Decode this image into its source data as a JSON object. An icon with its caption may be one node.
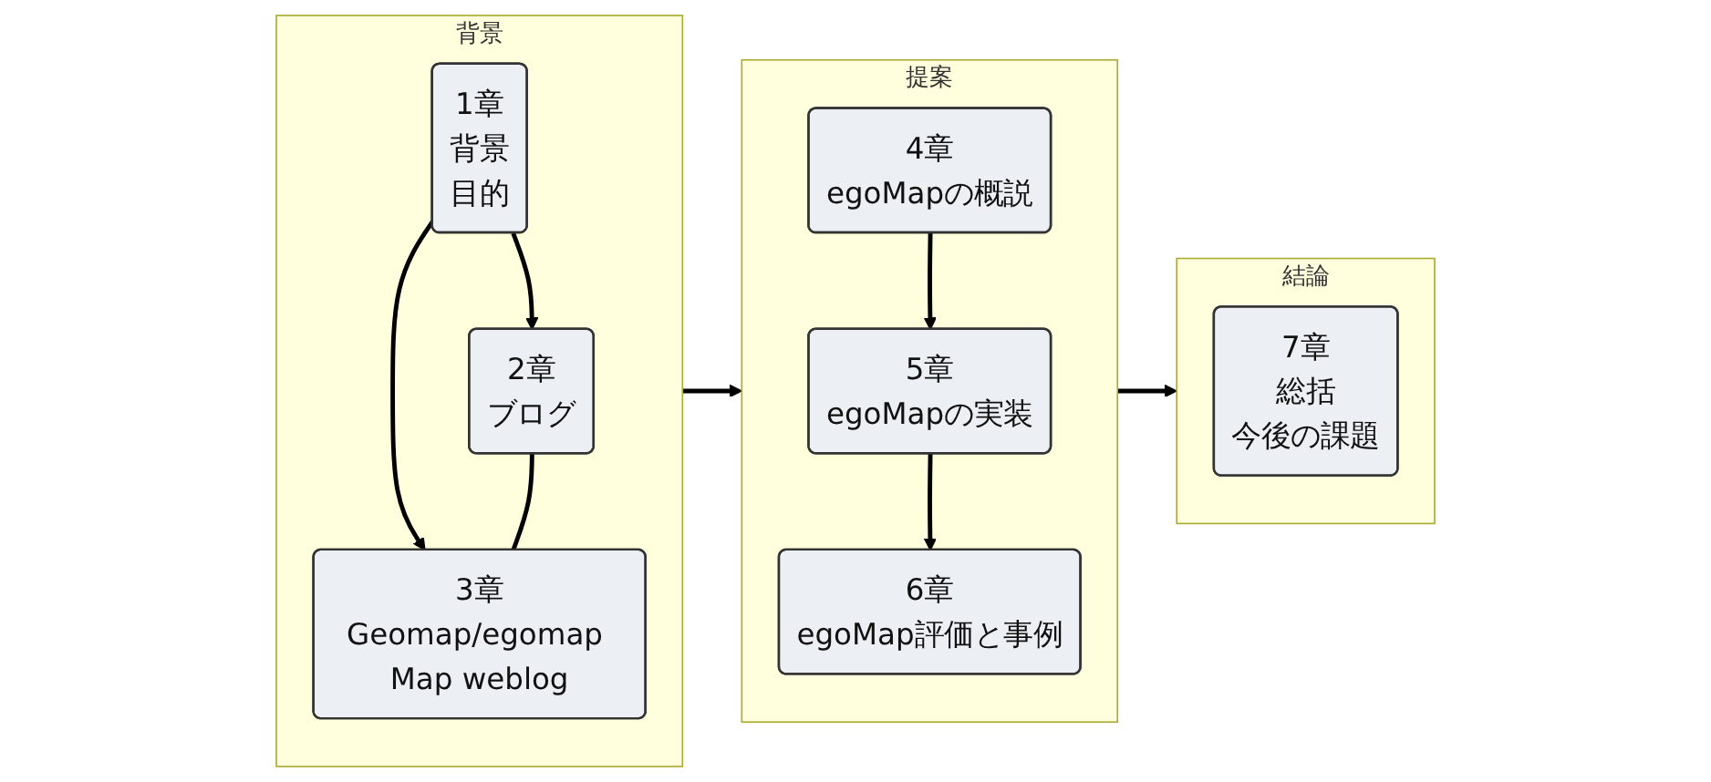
{
  "diagram": {
    "nodes": [
      {
        "text": [
          "背景"
        ]
      },
      {
        "text": [
          "1章",
          "背景",
          "目的"
        ],
        "in": 0
      },
      {
        "text": [
          "2章",
          "ブログ"
        ],
        "in": 0
      },
      {
        "text": [
          "3章",
          "Geomap/egomap Map weblog"
        ],
        "in": 0
      },
      {
        "text": [
          "提案"
        ]
      },
      {
        "text": [
          "4章",
          "egoMapの概説"
        ],
        "in": 4
      },
      {
        "text": [
          "5章",
          "egoMapの実装"
        ],
        "in": 4
      },
      {
        "text": [
          "6章",
          "egoMap評価と事例"
        ],
        "in": 4
      },
      {
        "text": [
          "結論"
        ]
      },
      {
        "text": [
          "7章",
          "総括",
          "今後の課題"
        ],
        "in": 8
      }
    ],
    "edges": [
      {
        "from": 1,
        "to": 2,
        "arrow": "to"
      },
      {
        "from": 1,
        "to": 3,
        "arrow": "to"
      },
      {
        "from": 2,
        "to": 3,
        "arrow": "none"
      },
      {
        "from": 0,
        "to": 4,
        "arrow": "to"
      },
      {
        "from": 5,
        "to": 6,
        "arrow": "to"
      },
      {
        "from": 6,
        "to": 7,
        "arrow": "to"
      },
      {
        "from": 4,
        "to": 8,
        "arrow": "to"
      }
    ]
  }
}
